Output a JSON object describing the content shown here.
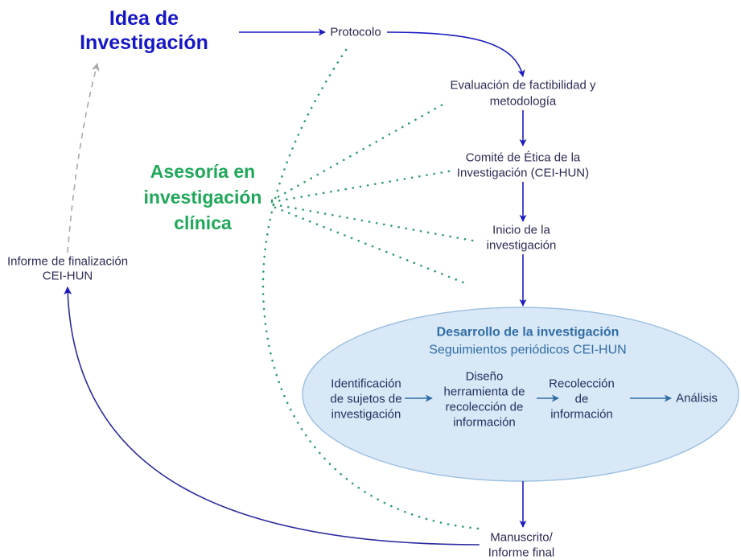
{
  "title": {
    "lines": [
      "Idea de",
      "Investigación"
    ]
  },
  "asesoria": {
    "lines": [
      "Asesoría en",
      "investigación",
      "clínica"
    ]
  },
  "nodes": {
    "protocolo": {
      "lines": [
        "Protocolo"
      ]
    },
    "evaluacion": {
      "lines": [
        "Evaluación de factibilidad y",
        "metodología"
      ]
    },
    "comite": {
      "lines": [
        "Comité de Ética de la",
        "Investigación (CEI-HUN)"
      ]
    },
    "inicio": {
      "lines": [
        "Inicio de la",
        "investigación"
      ]
    },
    "manuscrito": {
      "lines": [
        "Manuscrito/",
        "Informe final"
      ]
    },
    "informe_finalizacion": {
      "lines": [
        "Informe de finalización",
        "CEI-HUN"
      ]
    }
  },
  "desarrollo": {
    "title": "Desarrollo de la investigación",
    "subtitle": "Seguimientos periódicos CEI-HUN",
    "steps": [
      {
        "lines": [
          "Identificación",
          "de sujetos de",
          "investigación"
        ]
      },
      {
        "lines": [
          "Diseño",
          "herramienta de",
          "recolección de",
          "información"
        ]
      },
      {
        "lines": [
          "Recolección",
          "de",
          "información"
        ]
      },
      {
        "lines": [
          "Análisis"
        ]
      }
    ]
  },
  "colors": {
    "title_blue": "#1616c6",
    "flow_arrow_blue": "#1c1cc4",
    "return_curve_navy": "#2c2ca0",
    "advisory_green": "#1fa85a",
    "dotted_green": "#2a9d68",
    "ellipse_fill": "#d9e8f7",
    "ellipse_stroke": "#9bbfe0",
    "ellipse_text": "#2f6da6",
    "inner_arrow": "#2f6ea3",
    "dashed_gray": "#a9a9a9",
    "node_text": "#2b2b55"
  }
}
